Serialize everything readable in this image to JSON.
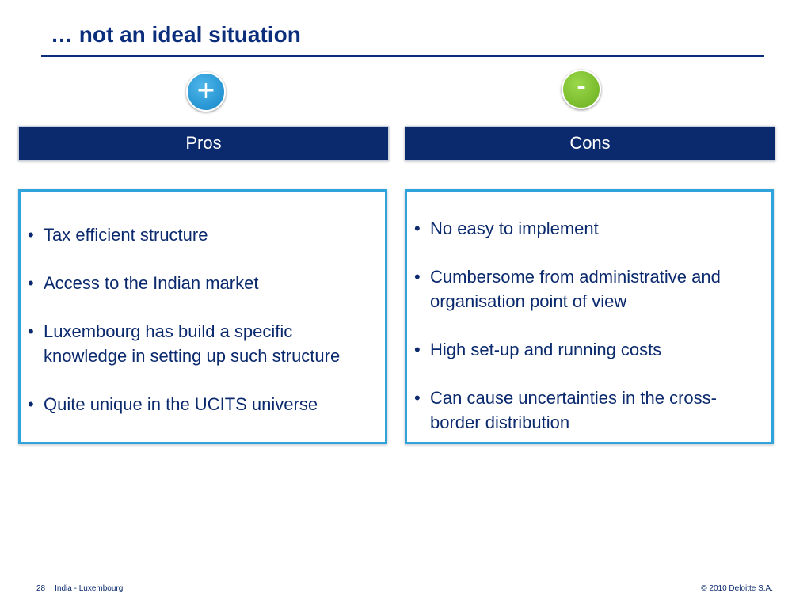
{
  "slide": {
    "title": "… not an ideal situation"
  },
  "pros": {
    "symbol": "+",
    "header": "Pros",
    "items": [
      "Tax efficient structure",
      "Access to the Indian market",
      "Luxembourg has build a specific knowledge in setting up such structure",
      "Quite unique in the UCITS universe"
    ]
  },
  "cons": {
    "symbol": "-",
    "header": "Cons",
    "items": [
      "No easy to implement",
      "Cumbersome from administrative and organisation point of view",
      "High set-up and running costs",
      "Can cause uncertainties in the cross-border distribution"
    ]
  },
  "footer": {
    "page_number": "28",
    "section": "India - Luxembourg",
    "copyright": "© 2010 Deloitte S.A."
  },
  "colors": {
    "title": "#0b2e7c",
    "header_bar": "#0b2a6e",
    "box_border": "#31a3dc",
    "plus_circle": "#1486c8",
    "minus_circle": "#6aad1e"
  }
}
